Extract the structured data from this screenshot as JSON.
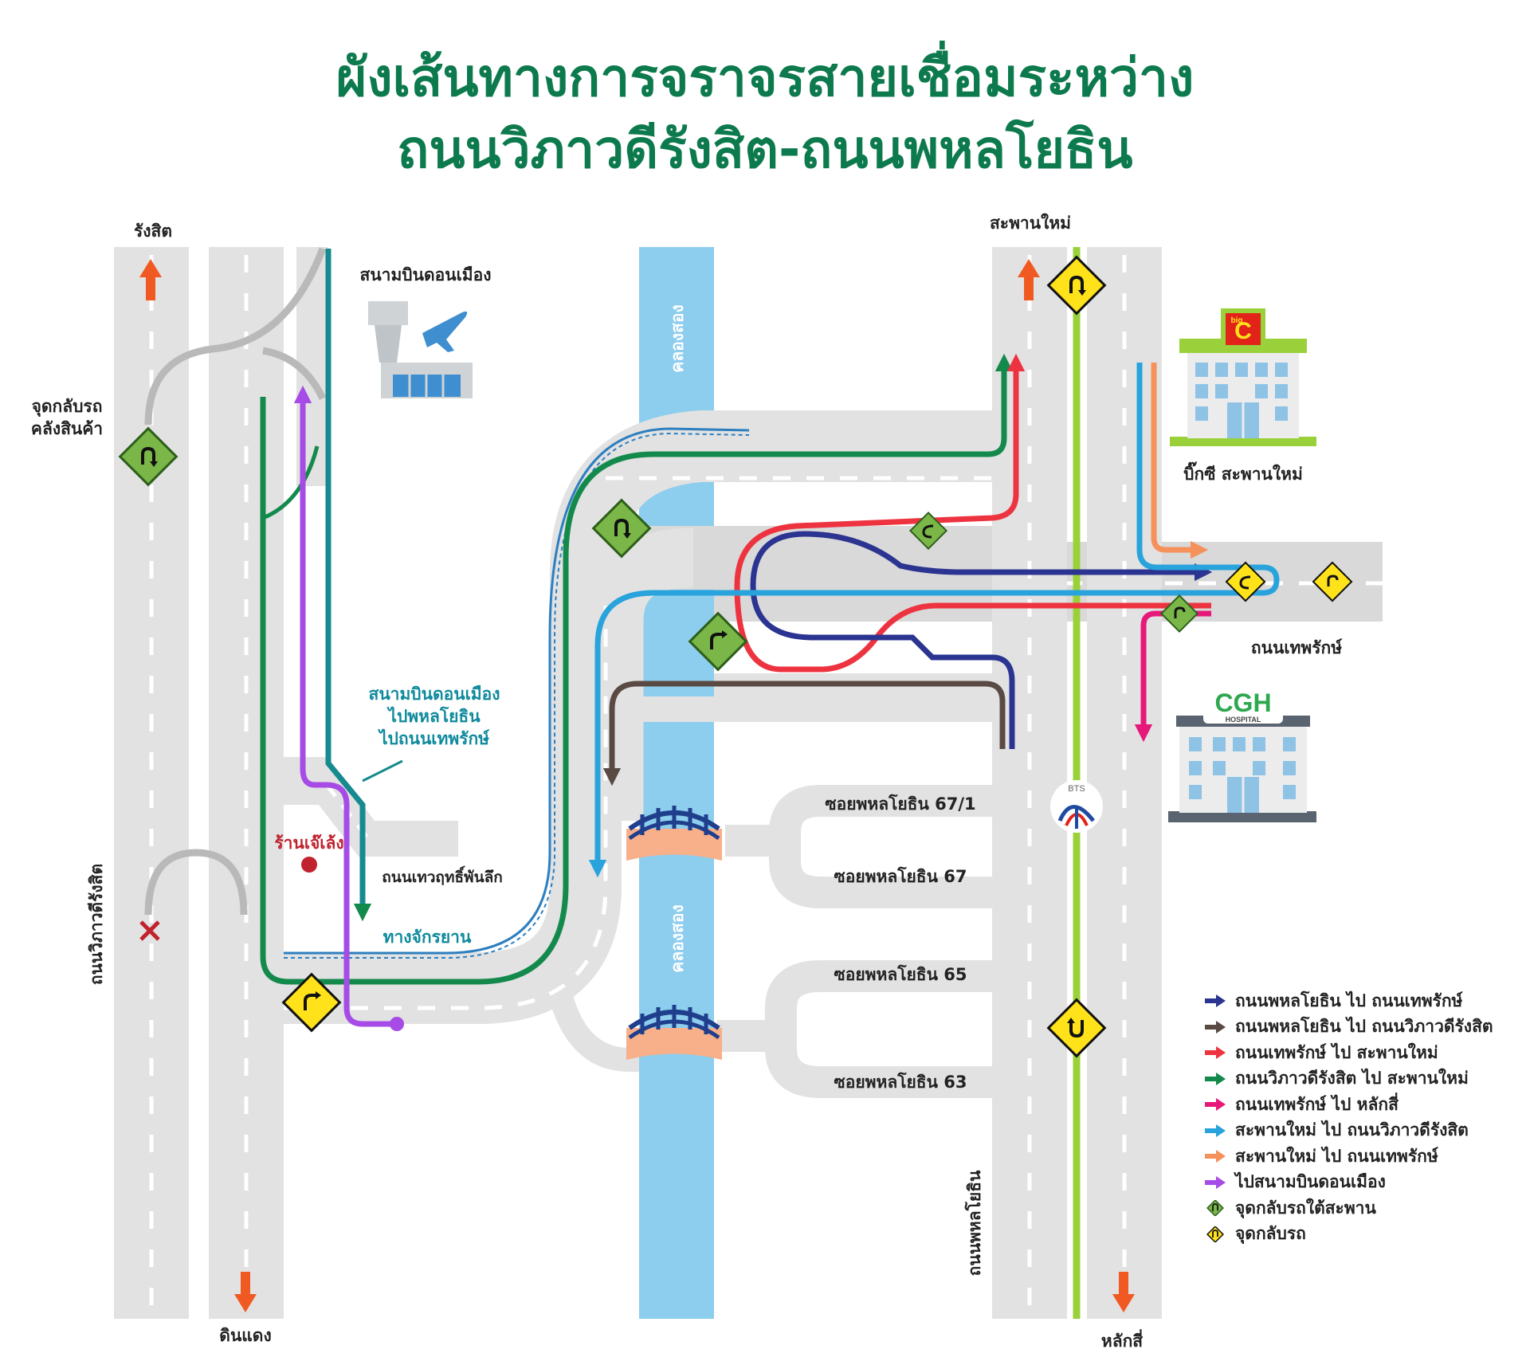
{
  "title": {
    "line1": "ผังเส้นทางการจราจรสายเชื่อมระหว่าง",
    "line2": "ถนนวิภาวดีรังสิต-ถนนพหลโยธิน"
  },
  "places": {
    "rangsit": "รังสิต",
    "din_daeng": "ดินแดง",
    "saphan_mai": "สะพานใหม่",
    "lak_si": "หลักสี่",
    "vibhavadi_road": "ถนนวิภาวดีรังสิต",
    "phahon_road": "ถนนพหลโยธิน",
    "don_mueang_airport": "สนามบินดอนเมือง",
    "klong_song_1": "คลองสอง",
    "klong_song_2": "คลองสอง",
    "uturn_warehouse_line1": "จุดกลับรถ",
    "uturn_warehouse_line2": "คลังสินค้า",
    "big_c": "บิ๊กซี สะพานใหม่",
    "thep_rak_road": "ถนนเทพรักษ์",
    "airport_note_1": "สนามบินดอนเมือง",
    "airport_note_2": "ไปพหลโยธิน",
    "airport_note_3": "ไปถนนเทพรักษ์",
    "jae_leng": "ร้านเจ๊เล้ง",
    "thewarit_road": "ถนนเทวฤทธิ์พันลึก",
    "bike_lane": "ทางจักรยาน",
    "soi_67_1": "ซอยพหลโยธิน 67/1",
    "soi_67": "ซอยพหลโยธิน 67",
    "soi_65": "ซอยพหลโยธิน 65",
    "soi_63": "ซอยพหลโยธิน 63",
    "big_c_logo": "big",
    "cgh_logo": "CGH",
    "cgh_sub": "HOSPITAL",
    "bts_logo": "BTS"
  },
  "legend": [
    {
      "label": "ถนนพหลโยธิน ไป ถนนเทพรักษ์",
      "color": "#2b3490",
      "kind": "arrow"
    },
    {
      "label": "ถนนพหลโยธิน ไป ถนนวิภาวดีรังสิต",
      "color": "#5a4a44",
      "kind": "arrow"
    },
    {
      "label": "ถนนเทพรักษ์ ไป สะพานใหม่",
      "color": "#ee3340",
      "kind": "arrow"
    },
    {
      "label": "ถนนวิภาวดีรังสิต ไป สะพานใหม่",
      "color": "#138a4c",
      "kind": "arrow"
    },
    {
      "label": "ถนนเทพรักษ์ ไป หลักสี่",
      "color": "#e6197a",
      "kind": "arrow"
    },
    {
      "label": "สะพานใหม่ ไป ถนนวิภาวดีรังสิต",
      "color": "#29a3dc",
      "kind": "arrow"
    },
    {
      "label": "สะพานใหม่ ไป ถนนเทพรักษ์",
      "color": "#f5915a",
      "kind": "arrow"
    },
    {
      "label": "ไปสนามบินดอนเมือง",
      "color": "#a64be6",
      "kind": "arrow"
    },
    {
      "label": "จุดกลับรถใต้สะพาน",
      "color": "#7ab648",
      "kind": "diamond-green"
    },
    {
      "label": "จุดกลับรถ",
      "color": "#ffe21a",
      "kind": "diamond-yellow"
    }
  ],
  "colors": {
    "title": "#0d7a4e",
    "road": "#e2e2e2",
    "road_dark": "#d3d3d3",
    "canal": "#8dcdee",
    "bts_line": "#9ad13a",
    "direction_arrow": "#f05a22"
  }
}
